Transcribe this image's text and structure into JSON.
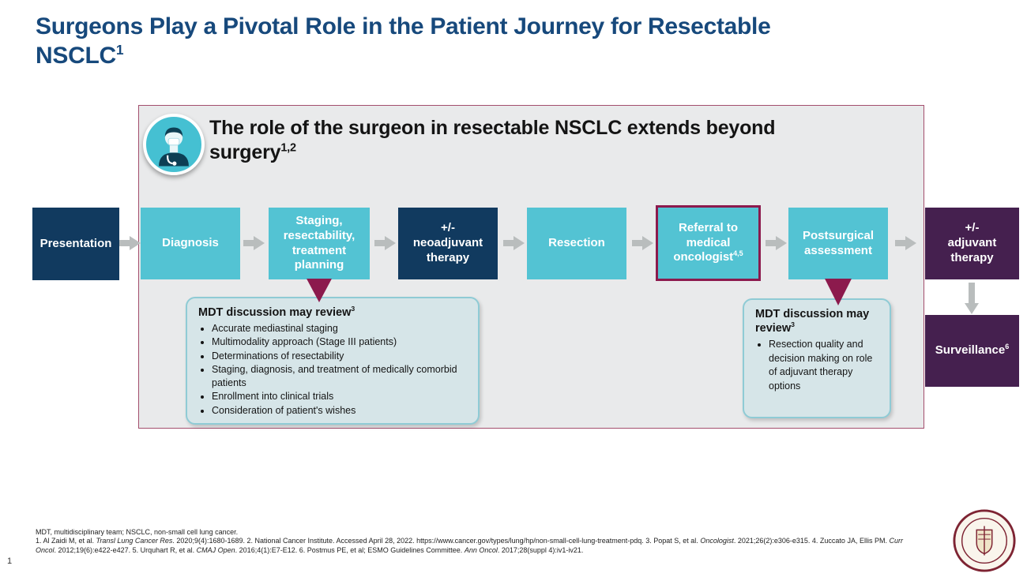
{
  "slide": {
    "title": "Surgeons Play a Pivotal Role in the Patient Journey for Resectable NSCLC",
    "title_sup": "1",
    "page_number": "1"
  },
  "panel": {
    "heading": "The role of the surgeon in resectable NSCLC extends beyond surgery",
    "heading_sup": "1,2"
  },
  "flow": {
    "steps": [
      {
        "label": "Presentation"
      },
      {
        "label": "Diagnosis"
      },
      {
        "label": "Staging, resectability, treatment planning"
      },
      {
        "label": "+/-\nneoadjuvant therapy"
      },
      {
        "label": "Resection"
      },
      {
        "label": "Referral to medical oncologist",
        "sup": "4,5"
      },
      {
        "label": "Postsurgical assessment"
      },
      {
        "label": "+/-\nadjuvant therapy"
      },
      {
        "label": "Surveillance",
        "sup": "6"
      }
    ]
  },
  "callouts": {
    "left": {
      "title": "MDT discussion may review",
      "title_sup": "3",
      "items": [
        "Accurate mediastinal staging",
        "Multimodality approach (Stage III patients)",
        "Determinations of resectability",
        "Staging, diagnosis, and treatment of medically comorbid patients",
        "Enrollment into clinical trials",
        "Consideration of patient's wishes"
      ]
    },
    "right": {
      "title": "MDT discussion may review",
      "title_sup": "3",
      "items": [
        "Resection quality and decision making on role of adjuvant therapy options"
      ]
    }
  },
  "footer": {
    "abbreviations": "MDT, multidisciplinary team; NSCLC, non-small cell lung cancer.",
    "references": [
      {
        "text": "1. Al Zaidi M, et al. ",
        "italic": false
      },
      {
        "text": "Transl Lung Cancer Res",
        "italic": true
      },
      {
        "text": ". 2020;9(4):1680-1689. 2. National Cancer Institute. Accessed April 28, 2022. https://www.cancer.gov/types/lung/hp/non-small-cell-lung-treatment-pdq. 3. Popat S, et al. ",
        "italic": false
      },
      {
        "text": "Oncologist",
        "italic": true
      },
      {
        "text": ". 2021;26(2):e306-e315. 4. Zuccato JA, Ellis PM. ",
        "italic": false
      },
      {
        "text": "Curr Oncol",
        "italic": true
      },
      {
        "text": ". 2012;19(6):e422-e427. 5. Urquhart R, et al. ",
        "italic": false
      },
      {
        "text": "CMAJ Open",
        "italic": true
      },
      {
        "text": ". 2016;4(1):E7-E12. 6. Postmus PE, et al; ESMO Guidelines Committee. ",
        "italic": false
      },
      {
        "text": "Ann Oncol",
        "italic": true
      },
      {
        "text": ". 2017;28(suppl 4):iv1-iv21.",
        "italic": false
      }
    ]
  },
  "colors": {
    "title_blue": "#17497C",
    "navy_box": "#113A5F",
    "teal_box": "#53C3D3",
    "purple_box": "#45204F",
    "maroon_accent": "#8C1A4D",
    "panel_border": "#A34E6D",
    "panel_bg": "#E9EAEB",
    "callout_bg": "#D6E5E8",
    "callout_border": "#8FCBD5",
    "arrow_gray": "#B9BDBD"
  }
}
